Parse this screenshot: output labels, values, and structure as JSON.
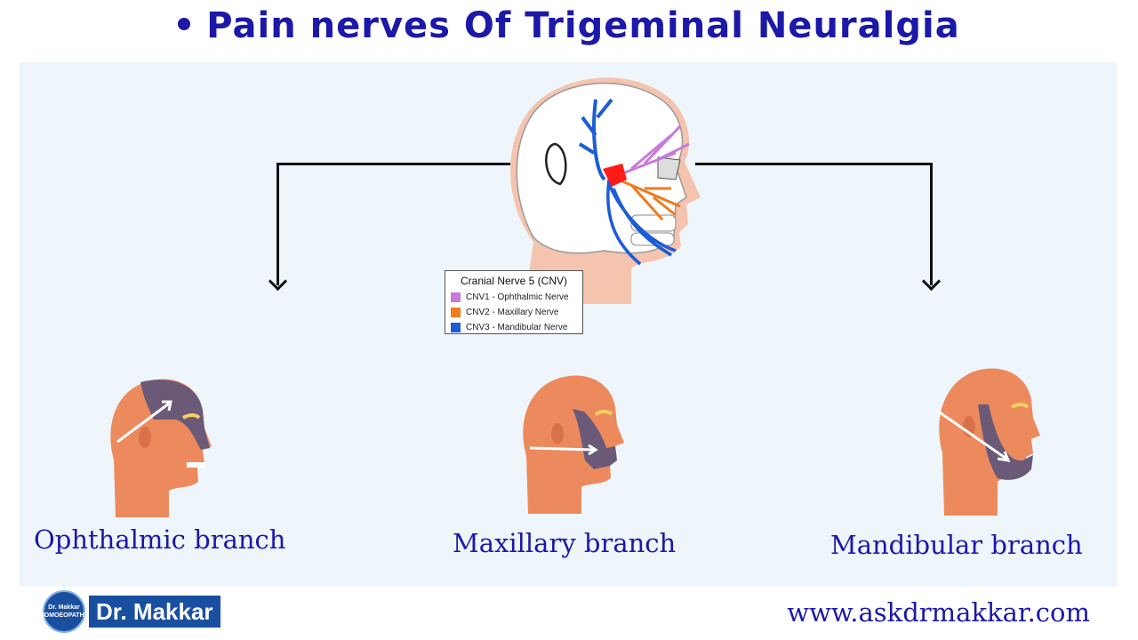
{
  "title": "Pain nerves Of Trigeminal Neuralgia",
  "legend": {
    "title": "Cranial Nerve 5 (CNV)",
    "items": [
      {
        "label": "CNV1 - Ophthalmic Nerve",
        "color": "#c77ad9"
      },
      {
        "label": "CNV2 - Maxillary Nerve",
        "color": "#f07a1c"
      },
      {
        "label": "CNV3 - Mandibular Nerve",
        "color": "#1c5cd6"
      }
    ]
  },
  "branches": [
    {
      "label": "Ophthalmic  branch"
    },
    {
      "label": "Maxillary branch"
    },
    {
      "label": "Mandibular branch"
    }
  ],
  "logo": {
    "name": "Dr. Makkar",
    "badge_text": "Dr. Makkar HOMOEOPATHY"
  },
  "website": "www.askdrmakkar.com",
  "colors": {
    "accent": "#1c18a8",
    "skin": "#ec8a5e",
    "pain_zone": "#6a5a78",
    "panel": "#eef5fb"
  }
}
